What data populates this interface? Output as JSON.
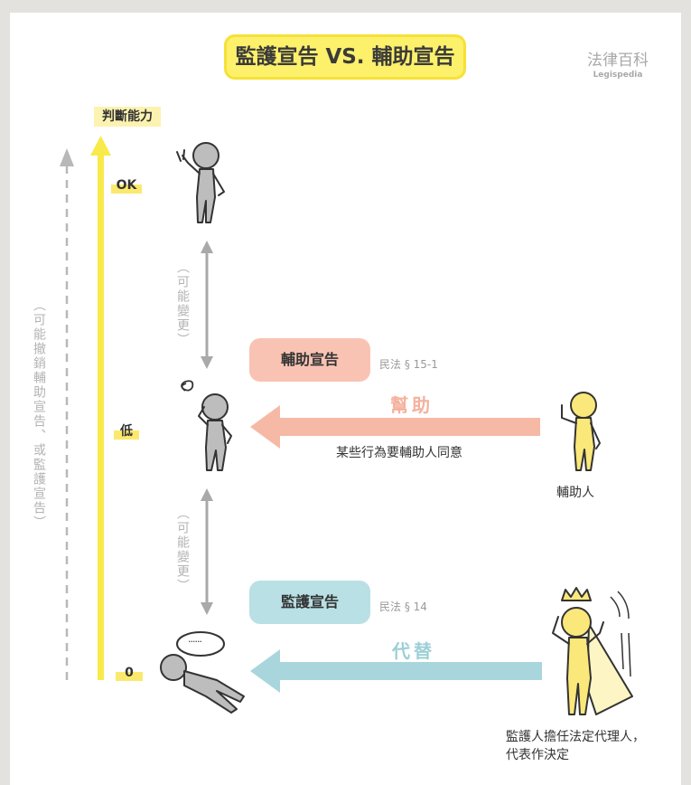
{
  "title": "監護宣告 VS. 輔助宣告",
  "brand": {
    "name_cn": "法律百科",
    "name_en": "Legispedia"
  },
  "axis": {
    "title": "判斷能力",
    "levels": [
      "OK",
      "低",
      "0"
    ]
  },
  "left_note": "（可能撤銷輔助宣告、或監護宣告）",
  "change_note": "（可能變更）",
  "assist": {
    "label": "輔助宣告",
    "law": "民法 § 15-1",
    "action": "幫助",
    "description": "某些行為要輔助人同意",
    "person": "輔助人",
    "color": "#f9c3b3",
    "arrow_color": "#f6b9a6"
  },
  "guardian": {
    "label": "監護宣告",
    "law": "民法 § 14",
    "action": "代替",
    "description_line1": "監護人擔任法定代理人，",
    "description_line2": "代表作決定",
    "color": "#b9e0e4",
    "arrow_color": "#a8d6dc"
  },
  "colors": {
    "accent_yellow": "#fdf06a",
    "axis_yellow": "#f8ea4a",
    "gray": "#a9a9a9"
  },
  "bubble_text": "......"
}
